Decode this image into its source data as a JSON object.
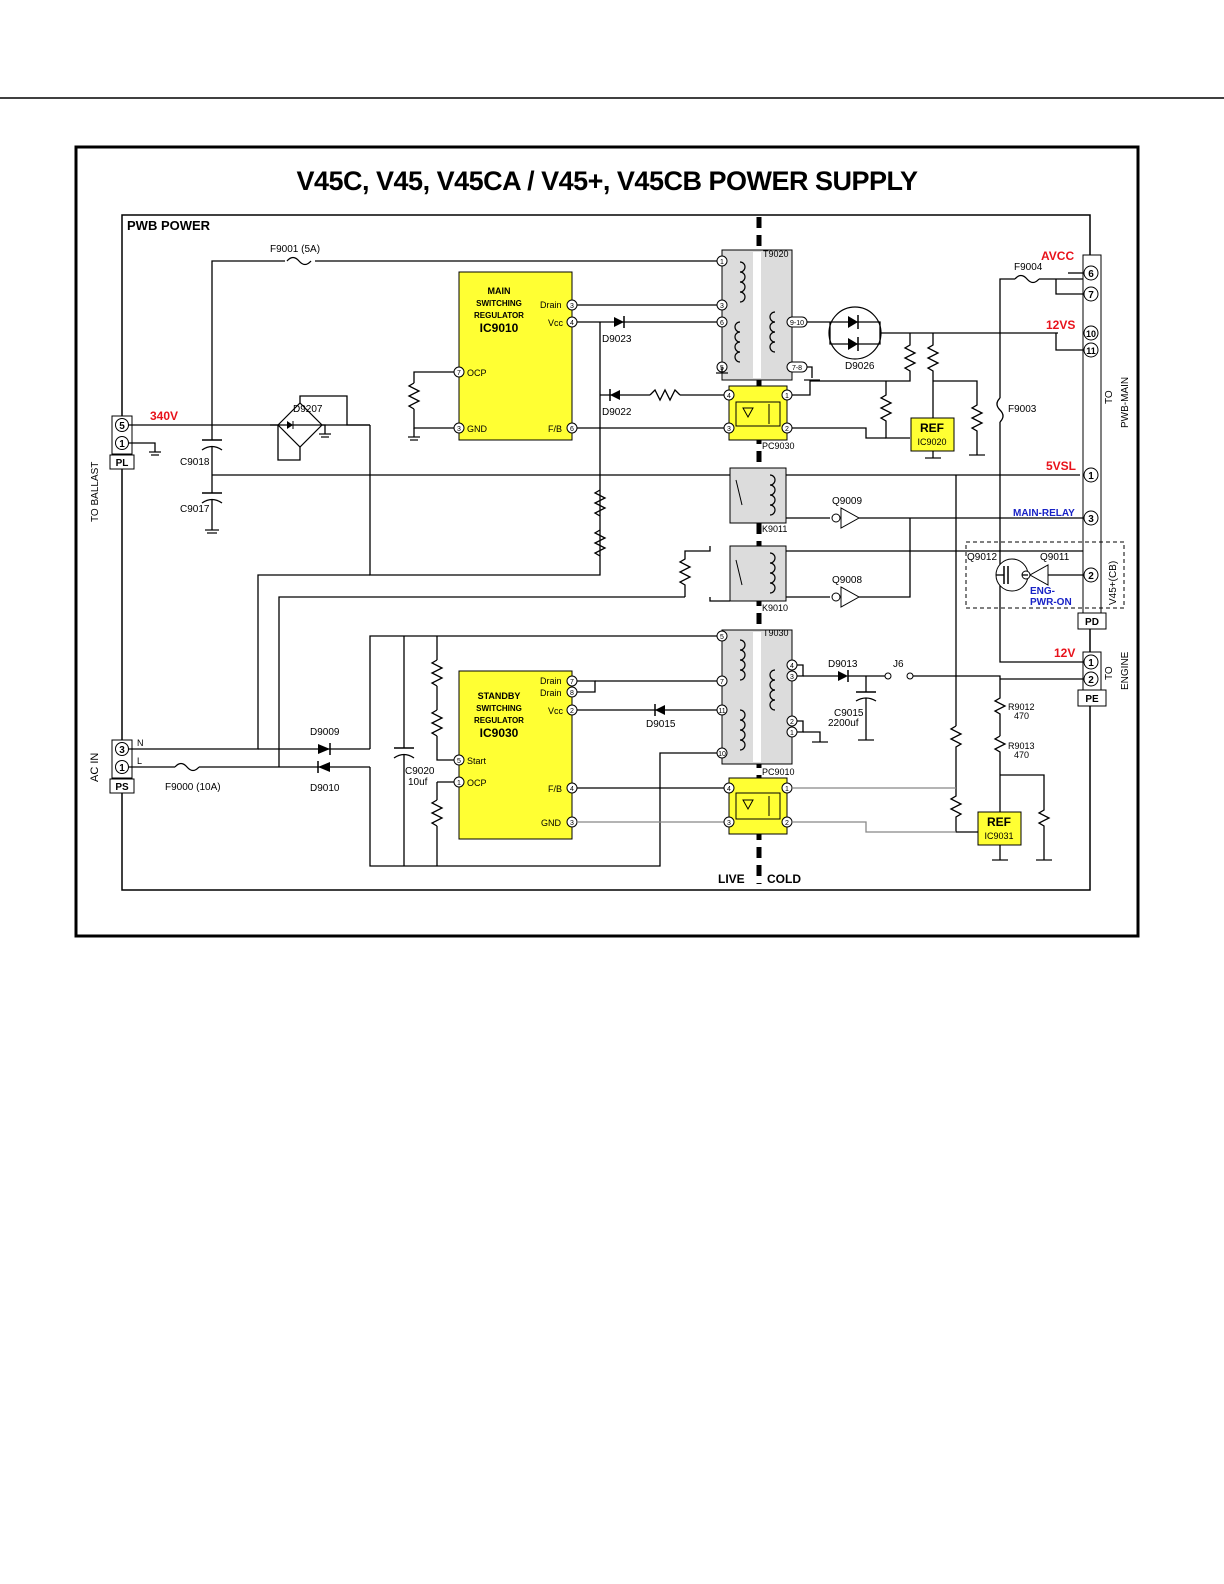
{
  "title": "V45C, V45, V45CA / V45+, V45CB POWER SUPPLY",
  "board": "PWB POWER",
  "connectors": {
    "pl": {
      "name": "PL",
      "pins": [
        "5",
        "1"
      ],
      "side_label": "TO BALLAST"
    },
    "ps": {
      "name": "PS",
      "pins": [
        "3",
        "1"
      ],
      "side_label": "AC IN",
      "lines": [
        "N",
        "L"
      ]
    },
    "main": {
      "pins": [
        "6",
        "7",
        "10",
        "11",
        "1",
        "3",
        "2"
      ],
      "side_label_1": "TO",
      "side_label_2": "PWB-MAIN"
    },
    "pd": {
      "name": "PD"
    },
    "pe": {
      "name": "PE",
      "pins": [
        "1",
        "2"
      ],
      "side_label_1": "TO",
      "side_label_2": "ENGINE"
    },
    "v45": {
      "label": "V45+(CB)"
    }
  },
  "rails": {
    "v340": "340V",
    "avcc": "AVCC",
    "v12vs": "12VS",
    "v5vsl": "5VSL",
    "main_relay": "MAIN-RELAY",
    "eng_pwr_on_1": "ENG-",
    "eng_pwr_on_2": "PWR-ON",
    "v12v": "12V"
  },
  "ic9010": {
    "l1": "MAIN",
    "l2": "SWITCHING",
    "l3": "REGULATOR",
    "name": "IC9010",
    "pins": {
      "drain": "Drain",
      "vcc": "Vcc",
      "ocp": "OCP",
      "gnd": "GND",
      "fb": "F/B"
    },
    "nums": {
      "drain": "3",
      "vcc": "4",
      "ocp": "7",
      "gnd": "3",
      "fb": "6"
    }
  },
  "ic9030": {
    "l1": "STANDBY",
    "l2": "SWITCHING",
    "l3": "REGULATOR",
    "name": "IC9030",
    "pins": {
      "drain1": "Drain",
      "drain2": "Drain",
      "vcc": "Vcc",
      "start": "Start",
      "ocp": "OCP",
      "fb": "F/B",
      "gnd": "GND"
    },
    "nums": {
      "drain1": "7",
      "drain2": "8",
      "vcc": "2",
      "start": "5",
      "ocp": "1",
      "fb": "4",
      "gnd": "3"
    }
  },
  "parts": {
    "f9001": "F9001 (5A)",
    "f9000": "F9000 (10A)",
    "f9004": "F9004",
    "f9003": "F9003",
    "d9207": "D9207",
    "d9023": "D9023",
    "d9022": "D9022",
    "d9026": "D9026",
    "d9009": "D9009",
    "d9010": "D9010",
    "d9015": "D9015",
    "d9013": "D9013",
    "c9018": "C9018",
    "c9017": "C9017",
    "c9020": "C9020",
    "c9020_val": "10uf",
    "c9015": "C9015",
    "c9015_val": "2200uf",
    "t9020": "T9020",
    "t9030": "T9030",
    "pc9030": "PC9030",
    "pc9010": "PC9010",
    "k9011": "K9011",
    "k9010": "K9010",
    "q9009": "Q9009",
    "q9008": "Q9008",
    "q9012": "Q9012",
    "q9011": "Q9011",
    "j6": "J6",
    "r9012": "R9012",
    "r9012_val": "470",
    "r9013": "R9013",
    "r9013_val": "470",
    "ref": "REF",
    "ic9020": "IC9020",
    "ic9031": "IC9031"
  },
  "transformer_pins": {
    "t9020_pri": [
      "1",
      "3",
      "6",
      "5"
    ],
    "t9020_sec": [
      "9-10",
      "7-8"
    ],
    "t9030_pri": [
      "5",
      "7",
      "11",
      "10"
    ],
    "t9030_sec": [
      "4",
      "3",
      "2",
      "1"
    ],
    "pc9030": [
      "4",
      "3",
      "1",
      "2"
    ],
    "pc9010": [
      "4",
      "3",
      "1",
      "2"
    ]
  },
  "live_cold": {
    "live": "LIVE",
    "cold": "COLD"
  }
}
